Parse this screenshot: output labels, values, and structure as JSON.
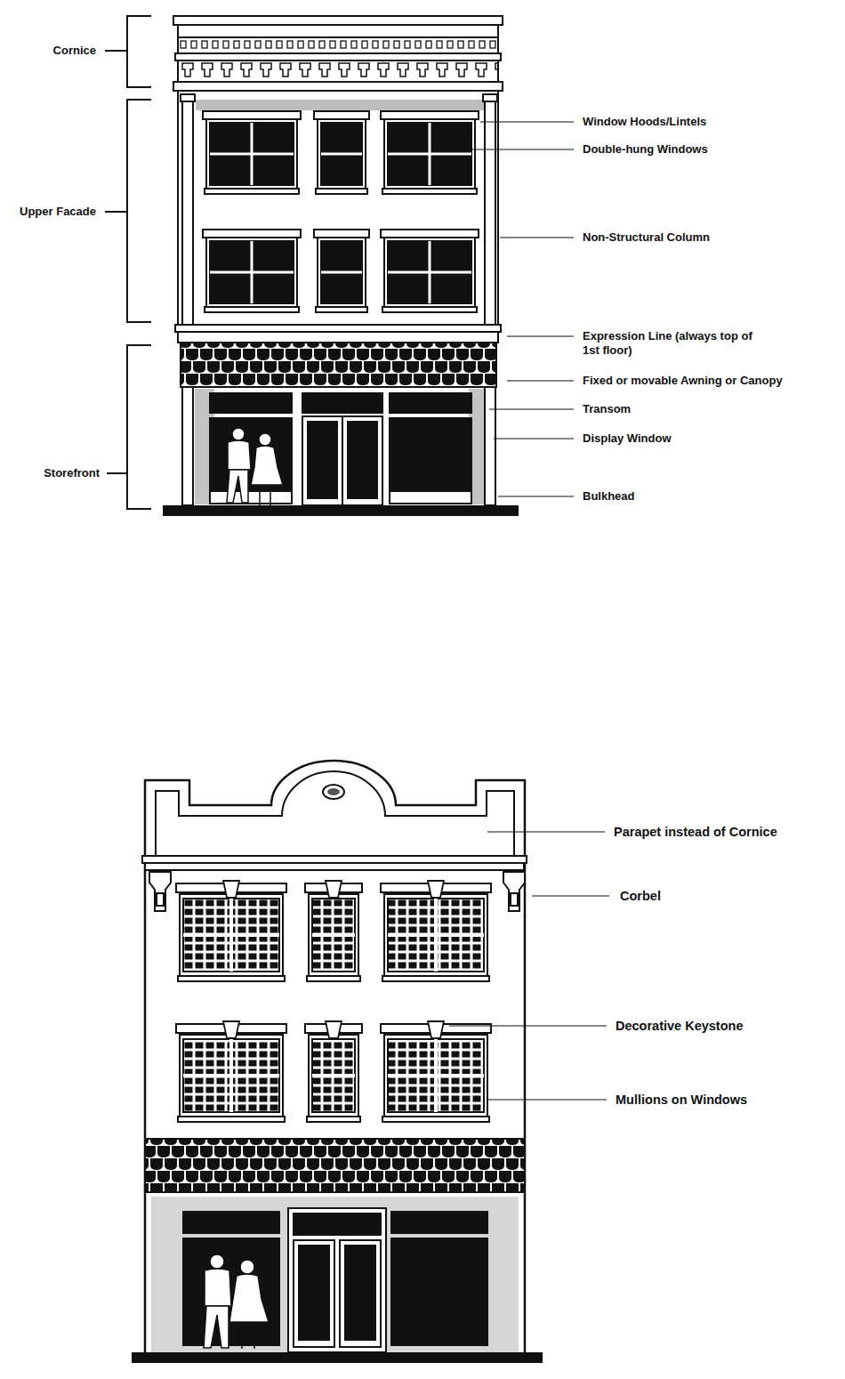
{
  "diagram": {
    "labels": [
      "Cornice",
      "Upper Facade",
      "Storefront",
      "Window Hoods/Lintels",
      "Double-hung Windows",
      "Non-Structural Column",
      "Expression Line (always top of 1st floor)",
      "Fixed or movable Awning or Canopy",
      "Transom",
      "Display Window",
      "Bulkhead",
      "Parapet instead of Cornice",
      "Corbel",
      "Decorative Keystone",
      "Mullions on Windows"
    ]
  }
}
